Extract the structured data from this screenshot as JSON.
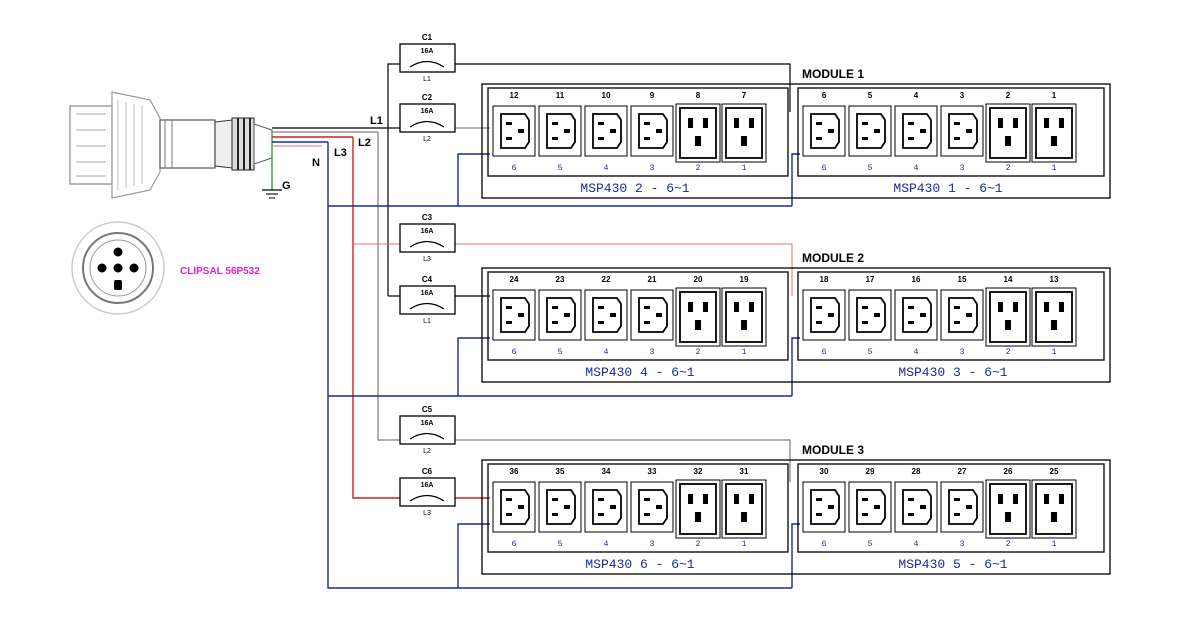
{
  "colors": {
    "phase_l1": "#000000",
    "phase_l2": "#808080",
    "phase_l3": "#cc2222",
    "neutral": "#1a2a9a",
    "earth": "#22aa22",
    "plug_label": "#dd22cc",
    "panel_label": "#1a2a9a"
  },
  "plug": {
    "model": "CLIPSAL 56P532",
    "earth_label": "G",
    "line_labels": [
      "L1",
      "L2",
      "L3",
      "N"
    ]
  },
  "breakers": [
    {
      "id": "C1",
      "rating": "16A",
      "phase": "L1"
    },
    {
      "id": "C2",
      "rating": "16A",
      "phase": "L2"
    },
    {
      "id": "C3",
      "rating": "16A",
      "phase": "L3"
    },
    {
      "id": "C4",
      "rating": "16A",
      "phase": "L1"
    },
    {
      "id": "C5",
      "rating": "16A",
      "phase": "L2"
    },
    {
      "id": "C6",
      "rating": "16A",
      "phase": "L3"
    }
  ],
  "modules": [
    {
      "title": "MODULE 1",
      "units": [
        {
          "label": "MSP430 2 - 6~1",
          "outlets": [
            "12",
            "11",
            "10",
            "9",
            "8",
            "7"
          ]
        },
        {
          "label": "MSP430 1 - 6~1",
          "outlets": [
            "6",
            "5",
            "4",
            "3",
            "2",
            "1"
          ]
        }
      ]
    },
    {
      "title": "MODULE 2",
      "units": [
        {
          "label": "MSP430 4 - 6~1",
          "outlets": [
            "24",
            "23",
            "22",
            "21",
            "20",
            "19"
          ]
        },
        {
          "label": "MSP430 3 - 6~1",
          "outlets": [
            "18",
            "17",
            "16",
            "15",
            "14",
            "13"
          ]
        }
      ]
    },
    {
      "title": "MODULE 3",
      "units": [
        {
          "label": "MSP430 6 - 6~1",
          "outlets": [
            "36",
            "35",
            "34",
            "33",
            "32",
            "31"
          ]
        },
        {
          "label": "MSP430 5 - 6~1",
          "outlets": [
            "30",
            "29",
            "28",
            "27",
            "26",
            "25"
          ]
        }
      ]
    }
  ],
  "socket_positions": [
    "6",
    "5",
    "4",
    "3",
    "2",
    "1"
  ]
}
